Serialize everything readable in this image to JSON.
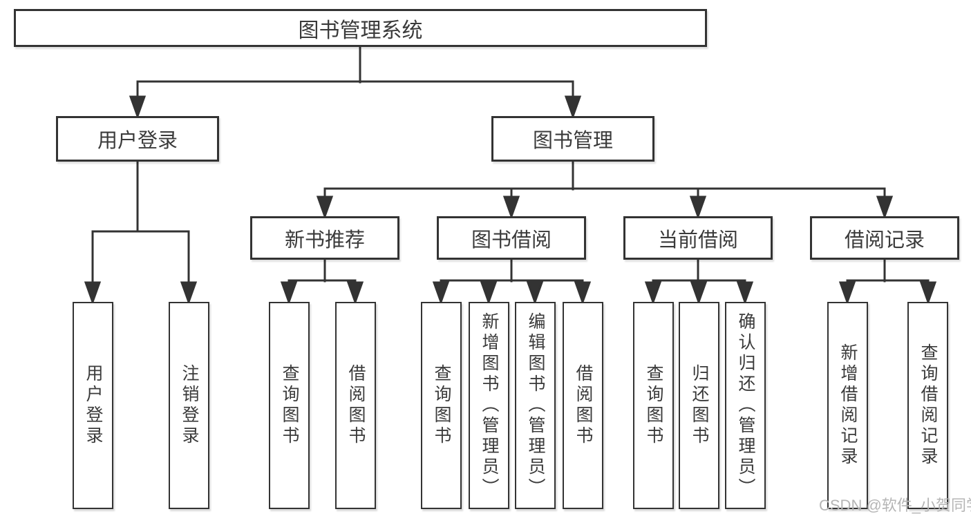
{
  "diagram": {
    "title": "图书管理系统",
    "level2": {
      "user_login": "用户登录",
      "book_mgmt": "图书管理"
    },
    "level3": {
      "new_books": "新书推荐",
      "borrowing": "图书借阅",
      "current": "当前借阅",
      "records": "借阅记录"
    },
    "leaves": {
      "user_login": [
        "用户登录",
        "注销登录"
      ],
      "new_books": [
        "查询图书",
        "借阅图书"
      ],
      "borrowing": [
        "查询图书",
        "新增图书（管理员）",
        "编辑图书（管理员）",
        "借阅图书"
      ],
      "current": [
        "查询图书",
        "归还图书",
        "确认归还（管理员）"
      ],
      "records": [
        "新增借阅记录",
        "查询借阅记录"
      ]
    },
    "watermark": "CSDN @软件_小贺同学",
    "colors": {
      "line": "#333333",
      "box_border": "#333333",
      "box_fill": "#ffffff",
      "text": "#3a3a3a",
      "watermark": "#b5b5b5",
      "background": "#ffffff"
    }
  }
}
